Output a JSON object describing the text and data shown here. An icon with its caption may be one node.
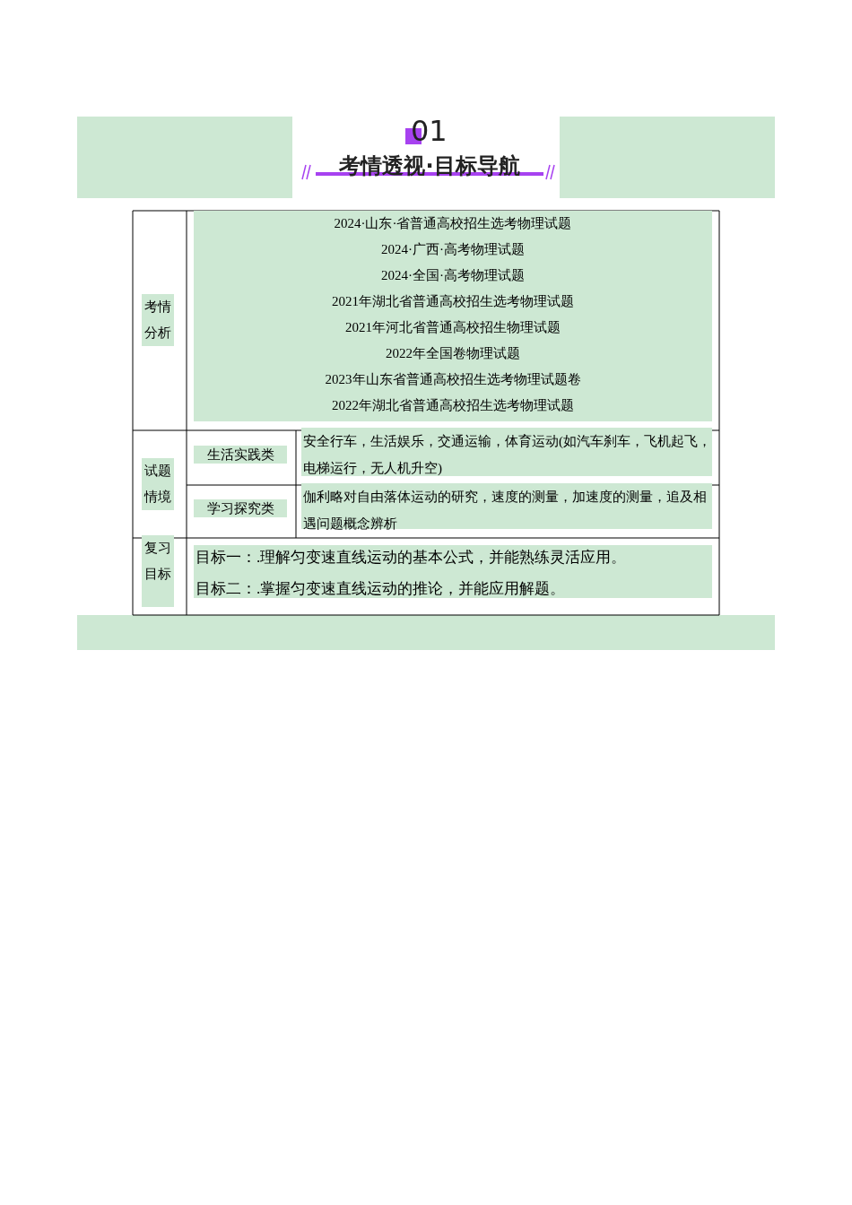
{
  "diagram": {
    "title": "考情透视·目标导航",
    "labels": [
      "01",
      "考情分析",
      "2024·山东·省普通高校招生选考物理试题",
      "2024·广西·高考物理试题",
      "2024·全国·高考物理试题",
      "2021年湖北省普通高校招生选考物理试题",
      "2021年河北省普通高校招生物理试题",
      "2022年全国卷物理试题",
      "2023年山东省普通高校招生选考物理试题卷",
      "2022年湖北省普通高校招生选考物理试题",
      "试题情境",
      "生活实践类",
      "安全行车，生活娱乐，交通运输，体育运动(如汽车刹车，飞机起飞，电梯运行，无人机升空)",
      "学习探究类",
      "伽利略对自由落体运动的研究，速度的测量，加速度的测量，追及相遇问题概念辨析",
      "复习目标",
      "目标一：.理解匀变速直线运动的基本公式，并能熟练灵活应用。",
      "目标二：.掌握匀变速直线运动的推论，并能应用解题。"
    ]
  }
}
